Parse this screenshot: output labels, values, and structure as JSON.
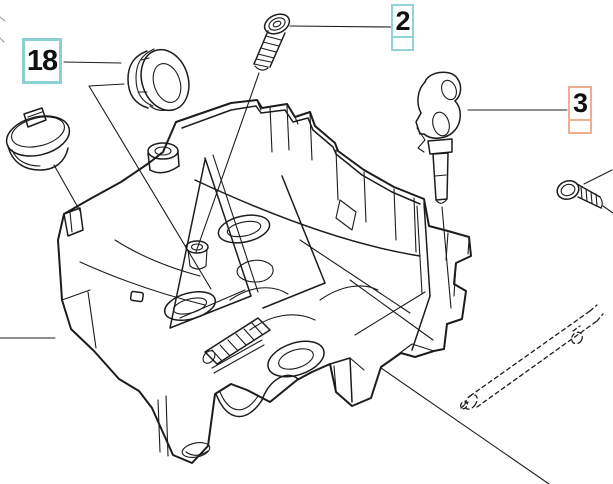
{
  "diagram": {
    "kind": "exploded-parts-diagram",
    "background_color": "#ffffff",
    "line_color": "#1c1c1c"
  },
  "callouts": [
    {
      "label": "18",
      "border_color": "#8dd0d2"
    },
    {
      "label": "2",
      "border_color": "#93d2d6"
    },
    {
      "label": "3",
      "border_color": "#efae90"
    }
  ],
  "parts": [
    {
      "icon": "socket-screw-icon",
      "callout": "2"
    },
    {
      "icon": "grommet-icon",
      "callout": "18"
    },
    {
      "icon": "vibration-damper-icon",
      "callout": "3"
    },
    {
      "icon": "rubber-buffer-icon",
      "callout": ""
    },
    {
      "icon": "pan-head-screw-icon",
      "callout": ""
    },
    {
      "icon": "hidden-rod-dashed-icon",
      "callout": ""
    },
    {
      "icon": "chassis-base-icon",
      "callout": ""
    }
  ]
}
